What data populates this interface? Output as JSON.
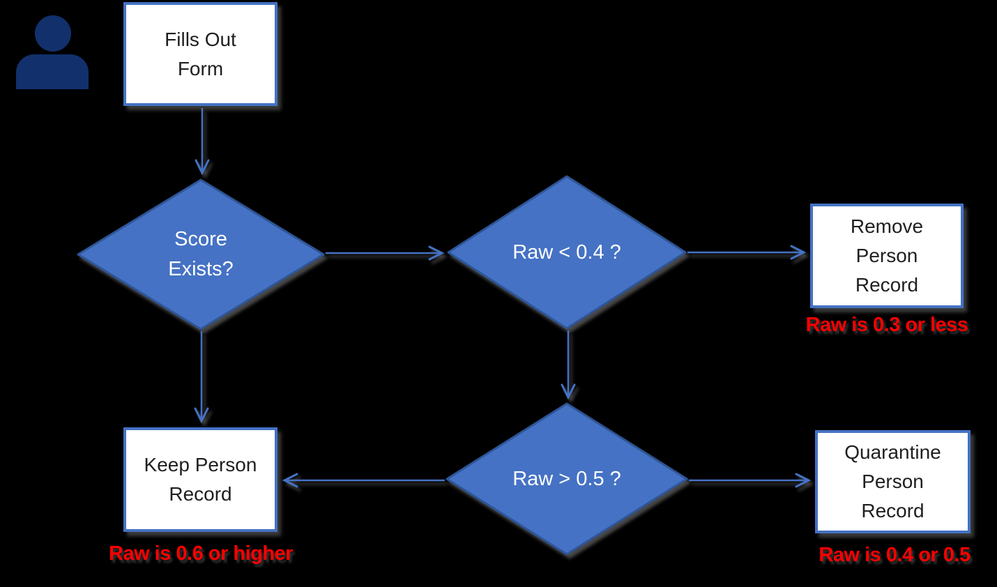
{
  "flowchart": {
    "actor": {
      "type": "person"
    },
    "nodes": {
      "start": {
        "line1": "Fills Out",
        "line2": "Form"
      },
      "score_exists": {
        "line1": "Score",
        "line2": "Exists?"
      },
      "raw_lt": {
        "label": "Raw < 0.4 ?"
      },
      "raw_gt": {
        "label": "Raw > 0.5 ?"
      },
      "remove": {
        "line1": "Remove",
        "line2": "Person",
        "line3": "Record"
      },
      "keep": {
        "line1": "Keep Person",
        "line2": "Record"
      },
      "quarantine": {
        "line1": "Quarantine",
        "line2": "Person",
        "line3": "Record"
      }
    },
    "annotations": {
      "remove": "Raw is 0.3 or less",
      "keep": "Raw is 0.6 or higher",
      "quarantine": "Raw is 0.4 or 0.5"
    },
    "colors": {
      "background": "#000000",
      "decision_fill": "#4472C4",
      "decision_border": "#2F5597",
      "process_fill": "#FFFFFF",
      "process_border": "#4472C4",
      "process_text": "#1F1F1F",
      "decision_text": "#FFFFFF",
      "arrow": "#4472C4",
      "annotation_red": "#FF0000",
      "actor_navy": "#12306B"
    }
  }
}
